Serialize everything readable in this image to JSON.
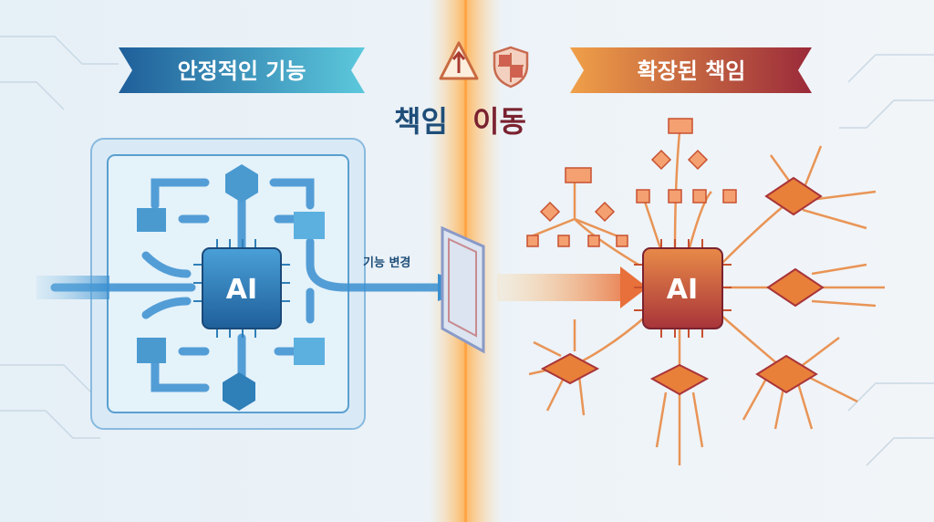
{
  "left": {
    "banner": "안정적인 기능",
    "chip_label": "AI",
    "change_label": "기능 변경"
  },
  "center": {
    "title_part1": "책임",
    "title_part2": "이동",
    "icons": [
      "warning-up-icon",
      "shield-icon"
    ]
  },
  "right": {
    "banner": "확장된 책임",
    "chip_label": "AI"
  },
  "colors": {
    "blue": "#2f7fb8",
    "cyan": "#5cc0d8",
    "orange": "#e8843a",
    "red": "#a8343a",
    "navy": "#1f4e79",
    "maroon": "#7a2230"
  }
}
